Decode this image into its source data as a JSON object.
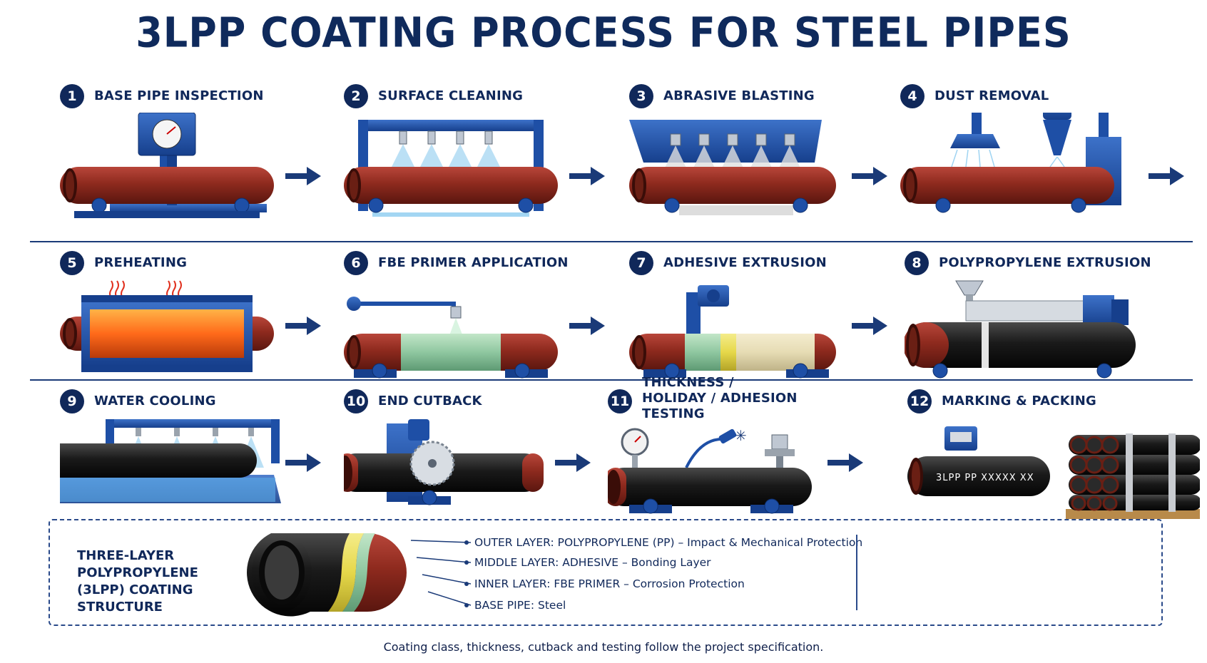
{
  "title": "3LPP COATING PROCESS FOR STEEL PIPES",
  "steps": [
    {
      "num": "1",
      "label": "BASE PIPE INSPECTION",
      "icon": "gauge-icon"
    },
    {
      "num": "2",
      "label": "SURFACE CLEANING",
      "icon": "spray-nozzle-icon"
    },
    {
      "num": "3",
      "label": "ABRASIVE BLASTING",
      "icon": "blast-nozzle-icon"
    },
    {
      "num": "4",
      "label": "DUST REMOVAL",
      "icon": "cyclone-icon"
    },
    {
      "num": "5",
      "label": "PREHEATING",
      "icon": "heat-icon"
    },
    {
      "num": "6",
      "label": "FBE PRIMER APPLICATION",
      "icon": "spray-gun-icon"
    },
    {
      "num": "7",
      "label": "ADHESIVE EXTRUSION",
      "icon": "extruder-icon"
    },
    {
      "num": "8",
      "label": "POLYPROPYLENE EXTRUSION",
      "icon": "extruder-hopper-icon"
    },
    {
      "num": "9",
      "label": "WATER COOLING",
      "icon": "water-spray-icon"
    },
    {
      "num": "10",
      "label": "END CUTBACK",
      "icon": "saw-icon"
    },
    {
      "num": "11",
      "label": "THICKNESS / HOLIDAY / ADHESION TESTING",
      "icon": "test-gauge-icon"
    },
    {
      "num": "12",
      "label": "MARKING & PACKING",
      "icon": "marker-icon"
    }
  ],
  "marking_text": "3LPP  PP  XXXXX  XX",
  "legend": {
    "title": "THREE-LAYER POLYPROPYLENE (3LPP) COATING STRUCTURE",
    "layers": [
      {
        "name": "OUTER LAYER: POLYPROPYLENE (PP)",
        "desc": " – Impact & Mechanical Protection"
      },
      {
        "name": "MIDDLE LAYER: ADHESIVE",
        "desc": " – Bonding Layer"
      },
      {
        "name": "INNER LAYER: FBE PRIMER",
        "desc": " – Corrosion Protection"
      },
      {
        "name": "BASE PIPE:",
        "desc": " Steel"
      }
    ]
  },
  "footnote": "Coating class, thickness, cutback and testing follow the project specification.",
  "colors": {
    "navy": "#10285a",
    "steel_pipe": "#8e2a1e",
    "fbe_green": "#8fc7a0",
    "adhesive_yellow": "#e6d84a",
    "pp_black": "#1a1a1a",
    "machine_blue": "#1e4fa6"
  }
}
